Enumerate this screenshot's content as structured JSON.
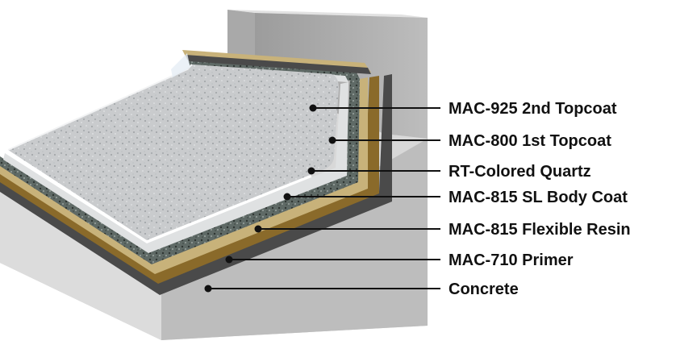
{
  "layers": [
    {
      "label": "MAC-925 2nd Topcoat"
    },
    {
      "label": "MAC-800 1st Topcoat"
    },
    {
      "label": "RT-Colored Quartz"
    },
    {
      "label": "MAC-815 SL Body Coat"
    },
    {
      "label": "MAC-815 Flexible Resin"
    },
    {
      "label": "MAC-710 Primer"
    },
    {
      "label": "Concrete"
    }
  ],
  "colors": {
    "concrete": "#c9c9c9",
    "primer": "#4a4a4a",
    "flexible_resin": "#8a6a2a",
    "body_coat": "#c8b27a",
    "quartz": "#6b7570",
    "topcoat": "#c8cbcd",
    "leader": "#111111"
  }
}
